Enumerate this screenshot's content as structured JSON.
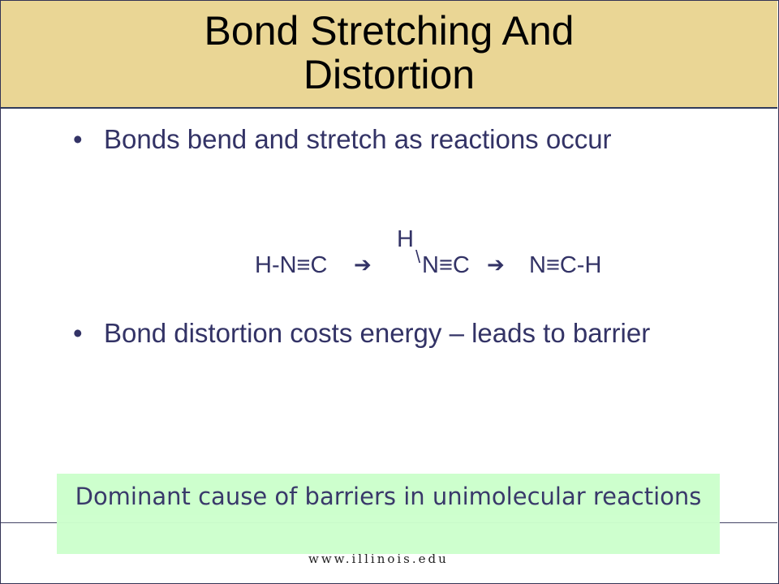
{
  "slide": {
    "title_line1": "Bond Stretching And",
    "title_line2": "Distortion",
    "bullets": [
      {
        "marker": "•",
        "text": "Bonds bend and stretch as reactions occur"
      },
      {
        "marker": "•",
        "text": "Bond distortion costs energy – leads to barrier"
      }
    ],
    "equation": {
      "reactant": "H-N≡C",
      "arrow": "➔",
      "transition_h": "H",
      "transition_bond": "\\",
      "transition_rest": "N≡C",
      "product": "N≡C-H"
    },
    "callout": "Dominant cause of barriers in unimolecular reactions",
    "footer": "www.illinois.edu"
  },
  "colors": {
    "title_band": "#ead695",
    "body_text": "#333366",
    "callout_bg": "#ccffcc"
  }
}
